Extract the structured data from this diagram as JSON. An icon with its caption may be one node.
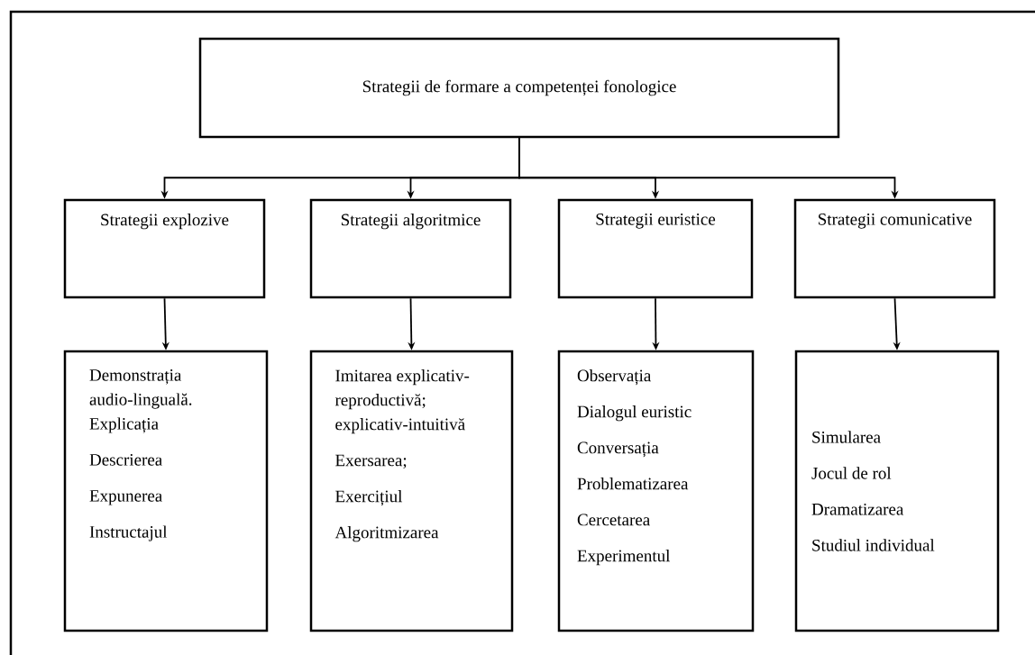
{
  "diagram": {
    "nodes": [
      {
        "text": [
          "Strategii de formare a competenței fonologice"
        ]
      },
      {
        "text": [
          "Strategii explozive"
        ]
      },
      {
        "text": [
          "Strategii algoritmice"
        ]
      },
      {
        "text": [
          "Strategii euristice"
        ]
      },
      {
        "text": [
          "Strategii comunicative"
        ]
      },
      {
        "text": [
          "Demonstrația audio-linguală. Explicația",
          "Descrierea",
          "Expunerea",
          "Instructajul"
        ]
      },
      {
        "text": [
          "Imitarea explicativ-reproductivă; explicativ-intuitivă",
          "Exersarea;",
          "Exercițiul",
          "Algoritmizarea"
        ]
      },
      {
        "text": [
          "Observația",
          "Dialogul euristic",
          "Conversația",
          "Problematizarea",
          "Cercetarea",
          "Experimentul"
        ]
      },
      {
        "text": [
          "Simularea",
          "Jocul de rol",
          "Dramatizarea",
          "Studiul individual"
        ]
      }
    ],
    "edges": [
      {
        "from": 0,
        "to": 1,
        "arrow": "to"
      },
      {
        "from": 0,
        "to": 2,
        "arrow": "to"
      },
      {
        "from": 0,
        "to": 3,
        "arrow": "to"
      },
      {
        "from": 0,
        "to": 4,
        "arrow": "to"
      },
      {
        "from": 1,
        "to": 5,
        "arrow": "to"
      },
      {
        "from": 2,
        "to": 6,
        "arrow": "to"
      },
      {
        "from": 3,
        "to": 7,
        "arrow": "to"
      },
      {
        "from": 4,
        "to": 8,
        "arrow": "to"
      }
    ]
  }
}
